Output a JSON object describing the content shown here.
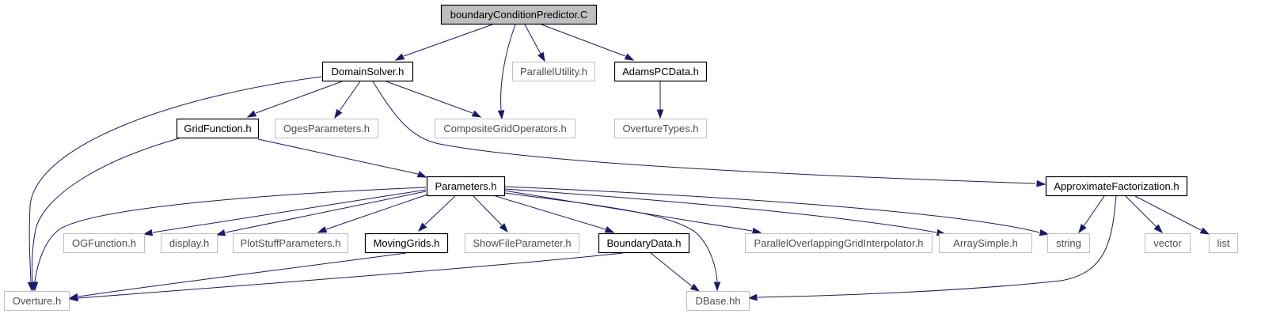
{
  "graph": {
    "colors": {
      "edge": "#191970",
      "root_fill": "#bfbfbf",
      "documented_border": "#000000",
      "undocumented_border": "#bfbfbf"
    },
    "nodes": [
      {
        "id": "root",
        "label": "boundaryConditionPredictor.C",
        "kind": "root"
      },
      {
        "id": "domainsolver",
        "label": "DomainSolver.h",
        "kind": "documented"
      },
      {
        "id": "parallelutility",
        "label": "ParallelUtility.h",
        "kind": "undocumented"
      },
      {
        "id": "adamspcdata",
        "label": "AdamsPCData.h",
        "kind": "documented"
      },
      {
        "id": "gridfunction",
        "label": "GridFunction.h",
        "kind": "documented"
      },
      {
        "id": "ogesparameters",
        "label": "OgesParameters.h",
        "kind": "undocumented"
      },
      {
        "id": "compositegridoperators",
        "label": "CompositeGridOperators.h",
        "kind": "undocumented"
      },
      {
        "id": "overturetypes",
        "label": "OvertureTypes.h",
        "kind": "undocumented"
      },
      {
        "id": "parameters",
        "label": "Parameters.h",
        "kind": "documented"
      },
      {
        "id": "approximatefactorization",
        "label": "ApproximateFactorization.h",
        "kind": "documented"
      },
      {
        "id": "ogfunction",
        "label": "OGFunction.h",
        "kind": "undocumented"
      },
      {
        "id": "display",
        "label": "display.h",
        "kind": "undocumented"
      },
      {
        "id": "plotstuffparameters",
        "label": "PlotStuffParameters.h",
        "kind": "undocumented"
      },
      {
        "id": "movinggrids",
        "label": "MovingGrids.h",
        "kind": "documented"
      },
      {
        "id": "showfileparameter",
        "label": "ShowFileParameter.h",
        "kind": "undocumented"
      },
      {
        "id": "boundarydata",
        "label": "BoundaryData.h",
        "kind": "documented"
      },
      {
        "id": "paralleloverlapping",
        "label": "ParallelOverlappingGridInterpolator.h",
        "kind": "undocumented"
      },
      {
        "id": "arraysimple",
        "label": "ArraySimple.h",
        "kind": "undocumented"
      },
      {
        "id": "string",
        "label": "string",
        "kind": "undocumented"
      },
      {
        "id": "vector",
        "label": "vector",
        "kind": "undocumented"
      },
      {
        "id": "list",
        "label": "list",
        "kind": "undocumented"
      },
      {
        "id": "overture",
        "label": "Overture.h",
        "kind": "undocumented"
      },
      {
        "id": "dbase",
        "label": "DBase.hh",
        "kind": "undocumented"
      }
    ],
    "edges": [
      {
        "from": "root",
        "to": "domainsolver"
      },
      {
        "from": "root",
        "to": "compositegridoperators"
      },
      {
        "from": "root",
        "to": "parallelutility"
      },
      {
        "from": "root",
        "to": "adamspcdata"
      },
      {
        "from": "domainsolver",
        "to": "overture"
      },
      {
        "from": "domainsolver",
        "to": "gridfunction"
      },
      {
        "from": "domainsolver",
        "to": "ogesparameters"
      },
      {
        "from": "domainsolver",
        "to": "compositegridoperators"
      },
      {
        "from": "domainsolver",
        "to": "approximatefactorization"
      },
      {
        "from": "adamspcdata",
        "to": "overturetypes"
      },
      {
        "from": "gridfunction",
        "to": "overture"
      },
      {
        "from": "gridfunction",
        "to": "parameters"
      },
      {
        "from": "parameters",
        "to": "overture"
      },
      {
        "from": "parameters",
        "to": "ogfunction"
      },
      {
        "from": "parameters",
        "to": "display"
      },
      {
        "from": "parameters",
        "to": "plotstuffparameters"
      },
      {
        "from": "parameters",
        "to": "movinggrids"
      },
      {
        "from": "parameters",
        "to": "showfileparameter"
      },
      {
        "from": "parameters",
        "to": "boundarydata"
      },
      {
        "from": "parameters",
        "to": "dbase"
      },
      {
        "from": "parameters",
        "to": "paralleloverlapping"
      },
      {
        "from": "parameters",
        "to": "arraysimple"
      },
      {
        "from": "parameters",
        "to": "string"
      },
      {
        "from": "approximatefactorization",
        "to": "string"
      },
      {
        "from": "approximatefactorization",
        "to": "dbase"
      },
      {
        "from": "approximatefactorization",
        "to": "vector"
      },
      {
        "from": "approximatefactorization",
        "to": "list"
      },
      {
        "from": "movinggrids",
        "to": "overture"
      },
      {
        "from": "boundarydata",
        "to": "overture"
      },
      {
        "from": "boundarydata",
        "to": "dbase"
      }
    ]
  }
}
